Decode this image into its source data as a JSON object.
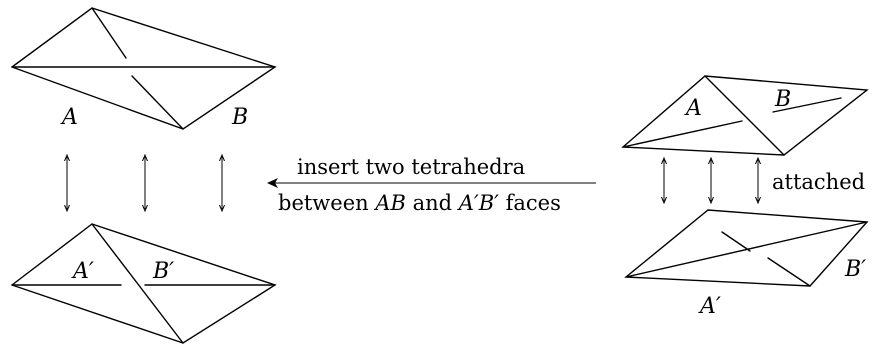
{
  "labels": {
    "top_left": {
      "a": "A",
      "b": "B"
    },
    "bottom_left": {
      "a": "A′",
      "b": "B′"
    },
    "top_right": {
      "a": "A",
      "b": "B"
    },
    "bottom_right": {
      "a": "A′",
      "b": "B′"
    }
  },
  "caption": {
    "line1": "insert two tetrahedra",
    "line2_prefix": "between ",
    "line2_ab": "AB",
    "line2_and": " and ",
    "line2_apbp": "A′B′",
    "line2_suffix": " faces"
  },
  "attached_label": "attached",
  "colors": {
    "stroke": "#000000",
    "background": "#ffffff"
  }
}
